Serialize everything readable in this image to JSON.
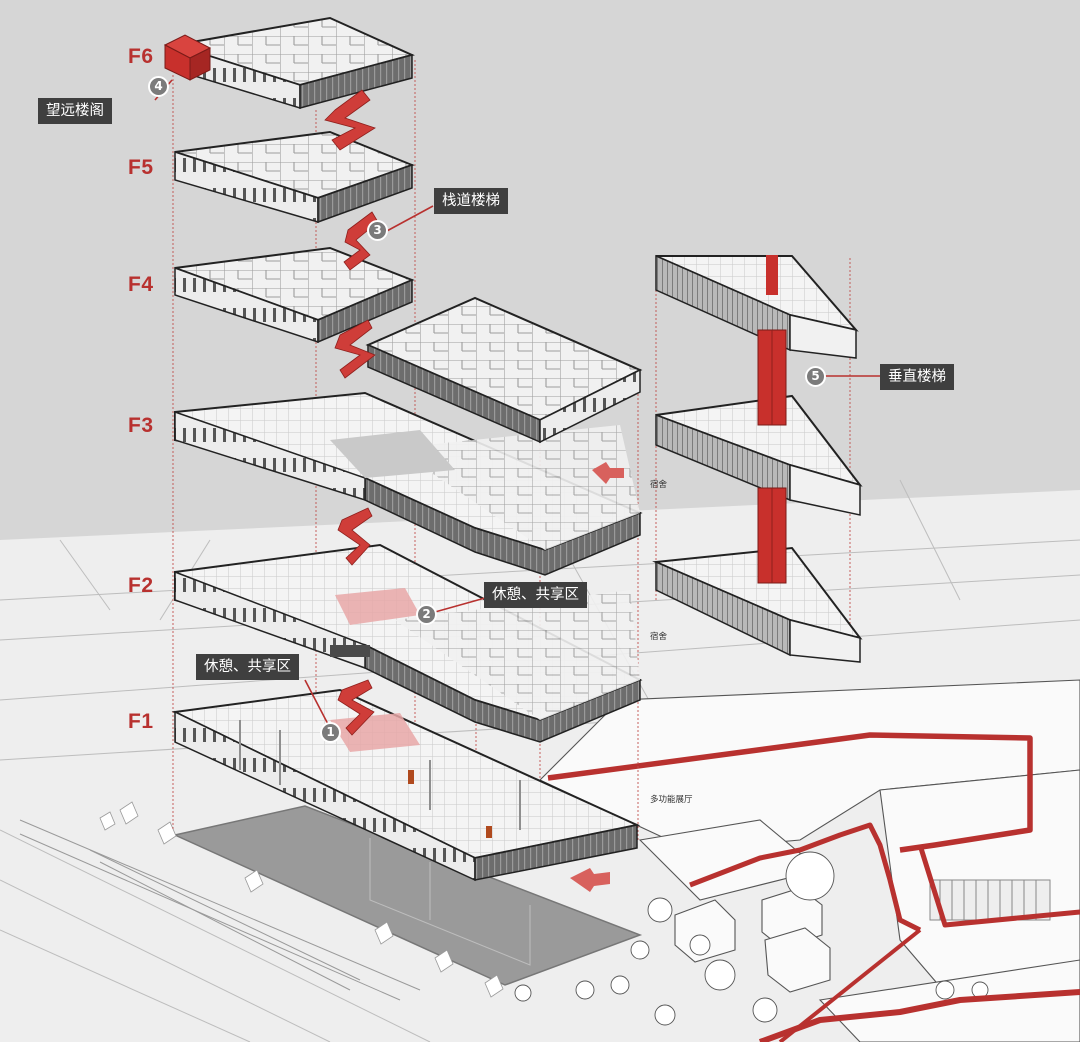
{
  "floors": [
    {
      "id": "f6",
      "label": "F6"
    },
    {
      "id": "f5",
      "label": "F5"
    },
    {
      "id": "f4",
      "label": "F4"
    },
    {
      "id": "f3",
      "label": "F3"
    },
    {
      "id": "f2",
      "label": "F2"
    },
    {
      "id": "f1",
      "label": "F1"
    }
  ],
  "callouts": [
    {
      "id": "c1",
      "number": "1",
      "label": "休憩、共享区"
    },
    {
      "id": "c2",
      "number": "2",
      "label": "休憩、共享区"
    },
    {
      "id": "c3",
      "number": "3",
      "label": "栈道楼梯"
    },
    {
      "id": "c4",
      "number": "4",
      "label": "望远楼阁"
    },
    {
      "id": "c5",
      "number": "5",
      "label": "垂直楼梯"
    }
  ],
  "plan_notes": {
    "dorm_upper": "宿舍",
    "dorm_lower": "宿舍",
    "hall": "多功能展厅"
  },
  "colors": {
    "accent_red": "#b8312f",
    "background": "#d6d6d6",
    "callout_bg": "#3f3f3f",
    "badge_bg": "#7b7b7b"
  }
}
